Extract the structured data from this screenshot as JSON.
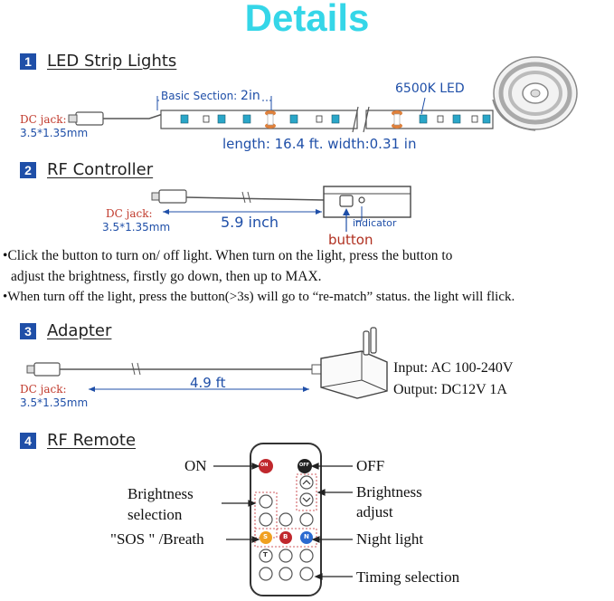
{
  "title": "Details",
  "sections": [
    {
      "num": "1",
      "title": "LED Strip Lights"
    },
    {
      "num": "2",
      "title": "RF Controller"
    },
    {
      "num": "3",
      "title": "Adapter"
    },
    {
      "num": "4",
      "title": "RF Remote"
    }
  ],
  "strip": {
    "dc_jack_label": "DC jack:",
    "dc_jack_size": "3.5*1.35mm",
    "basic_section_label": "Basic Section: ",
    "basic_section_value": "2in",
    "led_type": "6500K LED",
    "dimensions": "length: 16.4 ft. width:0.31 in"
  },
  "controller": {
    "dc_jack_label": "DC jack:",
    "dc_jack_size": "3.5*1.35mm",
    "length": "5.9 inch",
    "indicator_label": "indicator",
    "button_label": "button",
    "bullets": [
      "Click the button to turn on/ off light.  When turn on the light, press the button to",
      "adjust the brightness, firstly go down, then up to  MAX.",
      "When turn off the light, press the button(>3s) will go to “re-match” status. the light will flick."
    ]
  },
  "adapter": {
    "dc_jack_label": "DC jack:",
    "dc_jack_size": "3.5*1.35mm",
    "length": "4.9 ft",
    "input": "Input: AC 100-240V",
    "output": "Output: DC12V 1A"
  },
  "remote": {
    "on_label": "ON",
    "off_label": "OFF",
    "brightness_selection_1": "Brightness",
    "brightness_selection_2": "selection",
    "brightness_adjust_1": "Brightness",
    "brightness_adjust_2": "adjust",
    "sos_breath": "\"SOS \" /Breath",
    "night_light": "Night light",
    "timing_selection": "Timing selection",
    "on_button": "ON",
    "off_button": "OFF",
    "sos_button": "S",
    "breath_button": "B",
    "night_button": "N",
    "timing_button": "T"
  },
  "colors": {
    "title": "#35d6e8",
    "accent_blue": "#1f4fa8",
    "jack_red": "#c0392b",
    "strip_copper": "#e0803a",
    "led_cyan": "#2aa6c8",
    "on_red": "#c0282d"
  }
}
